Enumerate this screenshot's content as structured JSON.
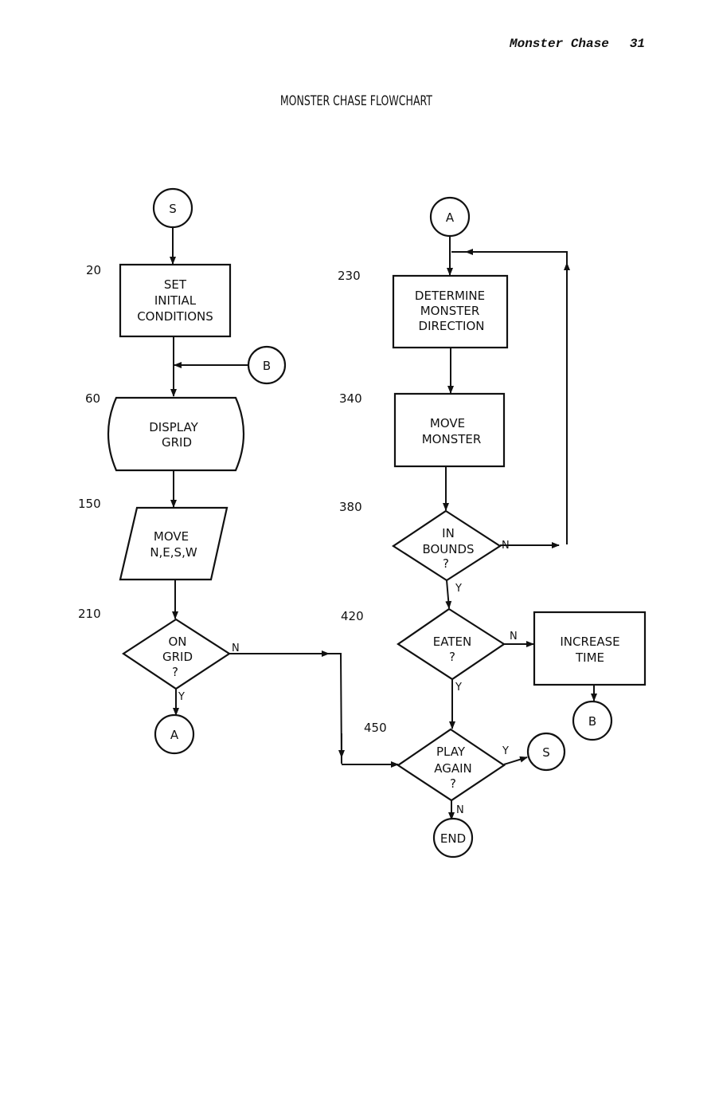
{
  "header": {
    "running_title": "Monster Chase",
    "page_number": "31"
  },
  "diagram": {
    "title": "MONSTER CHASE FLOWCHART",
    "line_numbers": {
      "n20": "20",
      "n60": "60",
      "n150": "150",
      "n210": "210",
      "n230": "230",
      "n340": "340",
      "n380": "380",
      "n420": "420",
      "n450": "450"
    },
    "connectors": {
      "start_s": "S",
      "entry_b": "B",
      "exit_a": "A",
      "entry_a": "A",
      "exit_b": "B",
      "exit_s": "S",
      "end": "END"
    },
    "nodes": {
      "set_initial": [
        "SET",
        "INITIAL",
        "CONDITIONS"
      ],
      "display_grid": [
        "DISPLAY",
        "GRID"
      ],
      "move_nesw": [
        "MOVE",
        "N,E,S,W"
      ],
      "on_grid": [
        "ON",
        "GRID",
        "?"
      ],
      "determine_dir": [
        "DETERMINE",
        "MONSTER",
        "DIRECTION"
      ],
      "move_monster": [
        "MOVE",
        "MONSTER"
      ],
      "in_bounds": [
        "IN",
        "BOUNDS",
        "?"
      ],
      "eaten": [
        "EATEN",
        "?"
      ],
      "increase_time": [
        "INCREASE",
        "TIME"
      ],
      "play_again": [
        "PLAY",
        "AGAIN",
        "?"
      ]
    },
    "branch_labels": {
      "on_grid_no": "N",
      "on_grid_yes": "Y",
      "in_bounds_no": "N",
      "in_bounds_yes": "Y",
      "eaten_no": "N",
      "eaten_yes": "Y",
      "play_again_yes": "Y",
      "play_again_no": "N"
    }
  }
}
